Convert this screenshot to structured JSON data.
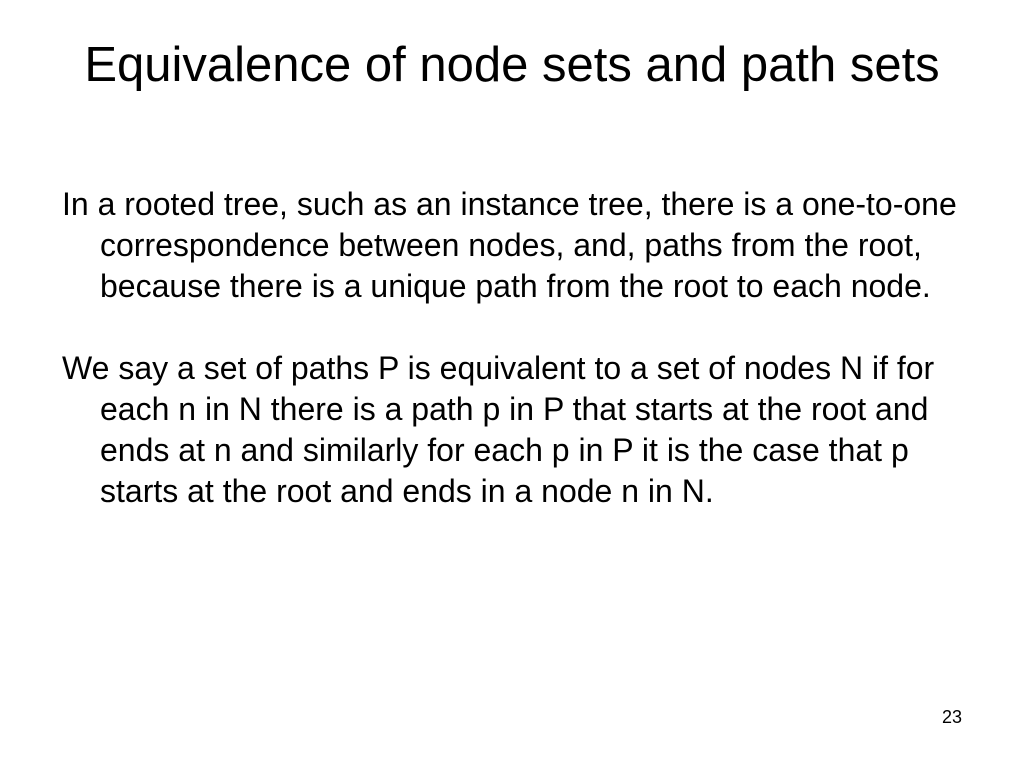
{
  "slide": {
    "title": "Equivalence of node sets and path sets",
    "paragraphs": [
      "In a rooted tree, such as an instance tree, there is a one-to-one correspondence between nodes, and, paths from the root, because there is a unique path from the root to each node.",
      "We say a set of paths P is equivalent to a set of nodes N if for each n in N there is a path p in P that starts at the root and ends at n and similarly for each p in P it is the case that p starts at the root and ends in a node n in N."
    ],
    "page_number": "23"
  }
}
